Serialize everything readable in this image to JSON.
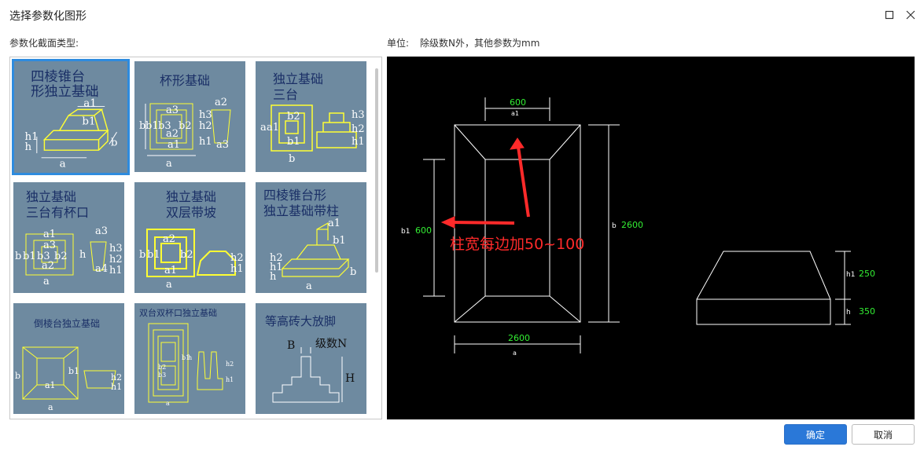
{
  "window": {
    "title": "选择参数化图形"
  },
  "labels": {
    "section_type": "参数化截面类型:",
    "units_prefix": "单位:",
    "units_text": "除级数N外，其他参数为mm"
  },
  "gallery": {
    "tiles": [
      {
        "name": "四棱锥台形独立基础",
        "line1": "四棱锥台",
        "line2": "形独立基础",
        "selected": true
      },
      {
        "name": "杯形基础",
        "line1": "杯形基础",
        "line2": ""
      },
      {
        "name": "独立基础三台",
        "line1": "独立基础",
        "line2": "三台"
      },
      {
        "name": "独立基础三台有杯口",
        "line1": "独立基础",
        "line2": "三台有杯口"
      },
      {
        "name": "独立基础双层带坡",
        "line1": "独立基础",
        "line2": "双层带坡"
      },
      {
        "name": "四棱锥台形独立基础带柱",
        "line1": "四棱锥台形",
        "line2": "独立基础带柱"
      },
      {
        "name": "倒棱台独立基础",
        "line1": "倒棱台独立基础",
        "line2": ""
      },
      {
        "name": "双台双杯口独立基础",
        "line1": "双台双杯口独立基础",
        "line2": ""
      },
      {
        "name": "等高砖大放脚",
        "line1": "等高砖大放脚",
        "line2": "",
        "b_label": "B",
        "n_label": "级数N",
        "h_label": "H"
      }
    ],
    "tile_params": {
      "t1": [
        "a1",
        "b1",
        "h1",
        "h",
        "a",
        "b"
      ],
      "t2": [
        "a2",
        "a3",
        "b",
        "b1",
        "b3",
        "b2",
        "h3",
        "h2",
        "h1",
        "a1",
        "a",
        "a3"
      ],
      "t3": [
        "a",
        "a1",
        "b2",
        "b1",
        "h3",
        "h2",
        "h1",
        "b"
      ],
      "t4": [
        "a1",
        "a3",
        "b",
        "b1",
        "b3",
        "b2",
        "a2",
        "a",
        "h",
        "a4",
        "h3",
        "h2",
        "h1"
      ],
      "t5": [
        "a2",
        "b",
        "b1",
        "b2",
        "a1",
        "a",
        "h2",
        "h1"
      ],
      "t6": [
        "a1",
        "b1",
        "h2",
        "h1",
        "h",
        "a",
        "b"
      ],
      "t7": [
        "b1",
        "a1",
        "a",
        "b",
        "h2",
        "h1"
      ],
      "t8": [
        "a",
        "b1",
        "b2",
        "b3",
        "h",
        "h2",
        "h1"
      ]
    }
  },
  "preview": {
    "annotation": "柱宽每边加50~100",
    "plan": {
      "top_dim_value": "600",
      "top_dim_name": "a1",
      "bottom_dim_value": "2600",
      "bottom_dim_name": "a",
      "left_dim_name": "b1",
      "left_dim_value": "600",
      "right_dim_name": "b",
      "right_dim_value": "2600"
    },
    "elevation": {
      "h1_name": "h1",
      "h1_value": "250",
      "h_name": "h",
      "h_value": "350"
    },
    "colors": {
      "line": "#ffffff",
      "value": "#33ee33",
      "annotation": "#ff2a2a"
    }
  },
  "buttons": {
    "ok": "确定",
    "cancel": "取消"
  }
}
